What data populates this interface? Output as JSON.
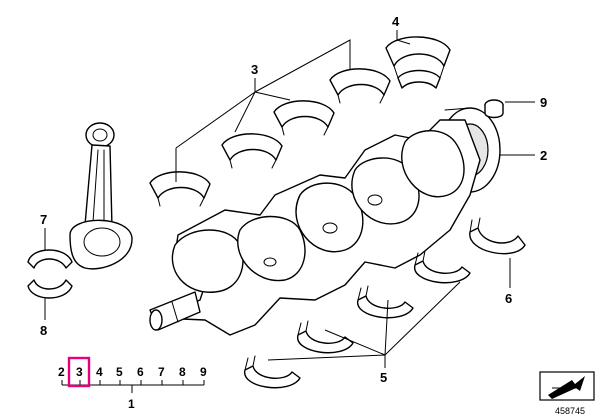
{
  "callouts": {
    "c1": "1",
    "c2": "2",
    "c3": "3",
    "c4": "4",
    "c5": "5",
    "c6": "6",
    "c7": "7",
    "c8": "8",
    "c9": "9"
  },
  "index_scale": {
    "numbers": [
      "2",
      "3",
      "4",
      "5",
      "6",
      "7",
      "8",
      "9"
    ],
    "group_label": "1",
    "highlighted": "3",
    "highlight_color": "#e6007e"
  },
  "document_number": "458745",
  "icons": {
    "corner": "arrow-box-icon"
  }
}
